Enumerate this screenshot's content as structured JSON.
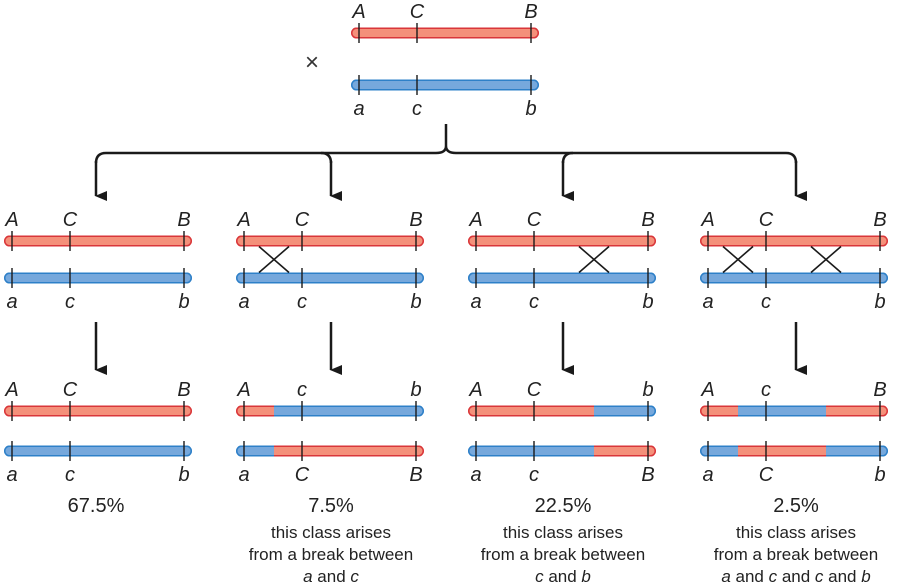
{
  "colors": {
    "maternal_fill": "#f4907a",
    "maternal_stroke": "#d9363a",
    "paternal_fill": "#76a8dc",
    "paternal_stroke": "#2e80c8",
    "line": "#1a1a1a"
  },
  "parents": {
    "cross_symbol": "×",
    "top": {
      "labels": [
        "A",
        "C",
        "B"
      ],
      "color": "maternal"
    },
    "bottom": {
      "labels": [
        "a",
        "c",
        "b"
      ],
      "color": "paternal"
    }
  },
  "classes": [
    {
      "id": "no-crossover",
      "crossovers": [],
      "meiosis_labels_top": [
        "A",
        "C",
        "B"
      ],
      "meiosis_labels_bottom": [
        "a",
        "c",
        "b"
      ],
      "result_top": {
        "labels": [
          "A",
          "C",
          "B"
        ],
        "segments": [
          "maternal"
        ]
      },
      "result_bottom": {
        "labels": [
          "a",
          "c",
          "b"
        ],
        "segments": [
          "paternal"
        ]
      },
      "percent": "67.5%",
      "note": []
    },
    {
      "id": "crossover-a-c",
      "crossovers": [
        "a-c"
      ],
      "meiosis_labels_top": [
        "A",
        "C",
        "B"
      ],
      "meiosis_labels_bottom": [
        "a",
        "c",
        "b"
      ],
      "result_top": {
        "labels": [
          "A",
          "c",
          "b"
        ],
        "segments": [
          "maternal",
          "paternal"
        ]
      },
      "result_bottom": {
        "labels": [
          "a",
          "C",
          "B"
        ],
        "segments": [
          "paternal",
          "maternal"
        ]
      },
      "percent": "7.5%",
      "note": [
        [
          {
            "t": "this class arises"
          }
        ],
        [
          {
            "t": "from a break between"
          }
        ],
        [
          {
            "t": "a",
            "i": true
          },
          {
            "t": " and "
          },
          {
            "t": "c",
            "i": true
          }
        ]
      ]
    },
    {
      "id": "crossover-c-b",
      "crossovers": [
        "c-b"
      ],
      "meiosis_labels_top": [
        "A",
        "C",
        "B"
      ],
      "meiosis_labels_bottom": [
        "a",
        "c",
        "b"
      ],
      "result_top": {
        "labels": [
          "A",
          "C",
          "b"
        ],
        "segments": [
          "maternal",
          "paternal"
        ]
      },
      "result_bottom": {
        "labels": [
          "a",
          "c",
          "B"
        ],
        "segments": [
          "paternal",
          "maternal"
        ]
      },
      "percent": "22.5%",
      "note": [
        [
          {
            "t": "this class arises"
          }
        ],
        [
          {
            "t": "from a break between"
          }
        ],
        [
          {
            "t": "c",
            "i": true
          },
          {
            "t": " and "
          },
          {
            "t": "b",
            "i": true
          }
        ]
      ]
    },
    {
      "id": "double-crossover",
      "crossovers": [
        "a-c",
        "c-b"
      ],
      "meiosis_labels_top": [
        "A",
        "C",
        "B"
      ],
      "meiosis_labels_bottom": [
        "a",
        "c",
        "b"
      ],
      "result_top": {
        "labels": [
          "A",
          "c",
          "B"
        ],
        "segments": [
          "maternal",
          "paternal",
          "maternal"
        ]
      },
      "result_bottom": {
        "labels": [
          "a",
          "C",
          "b"
        ],
        "segments": [
          "paternal",
          "maternal",
          "paternal"
        ]
      },
      "percent": "2.5%",
      "note": [
        [
          {
            "t": "this class arises"
          }
        ],
        [
          {
            "t": "from a break between"
          }
        ],
        [
          {
            "t": "a",
            "i": true
          },
          {
            "t": " and "
          },
          {
            "t": "c",
            "i": true
          },
          {
            "t": " and "
          },
          {
            "t": "c",
            "i": true
          },
          {
            "t": " and "
          },
          {
            "t": "b",
            "i": true
          }
        ]
      ]
    }
  ]
}
